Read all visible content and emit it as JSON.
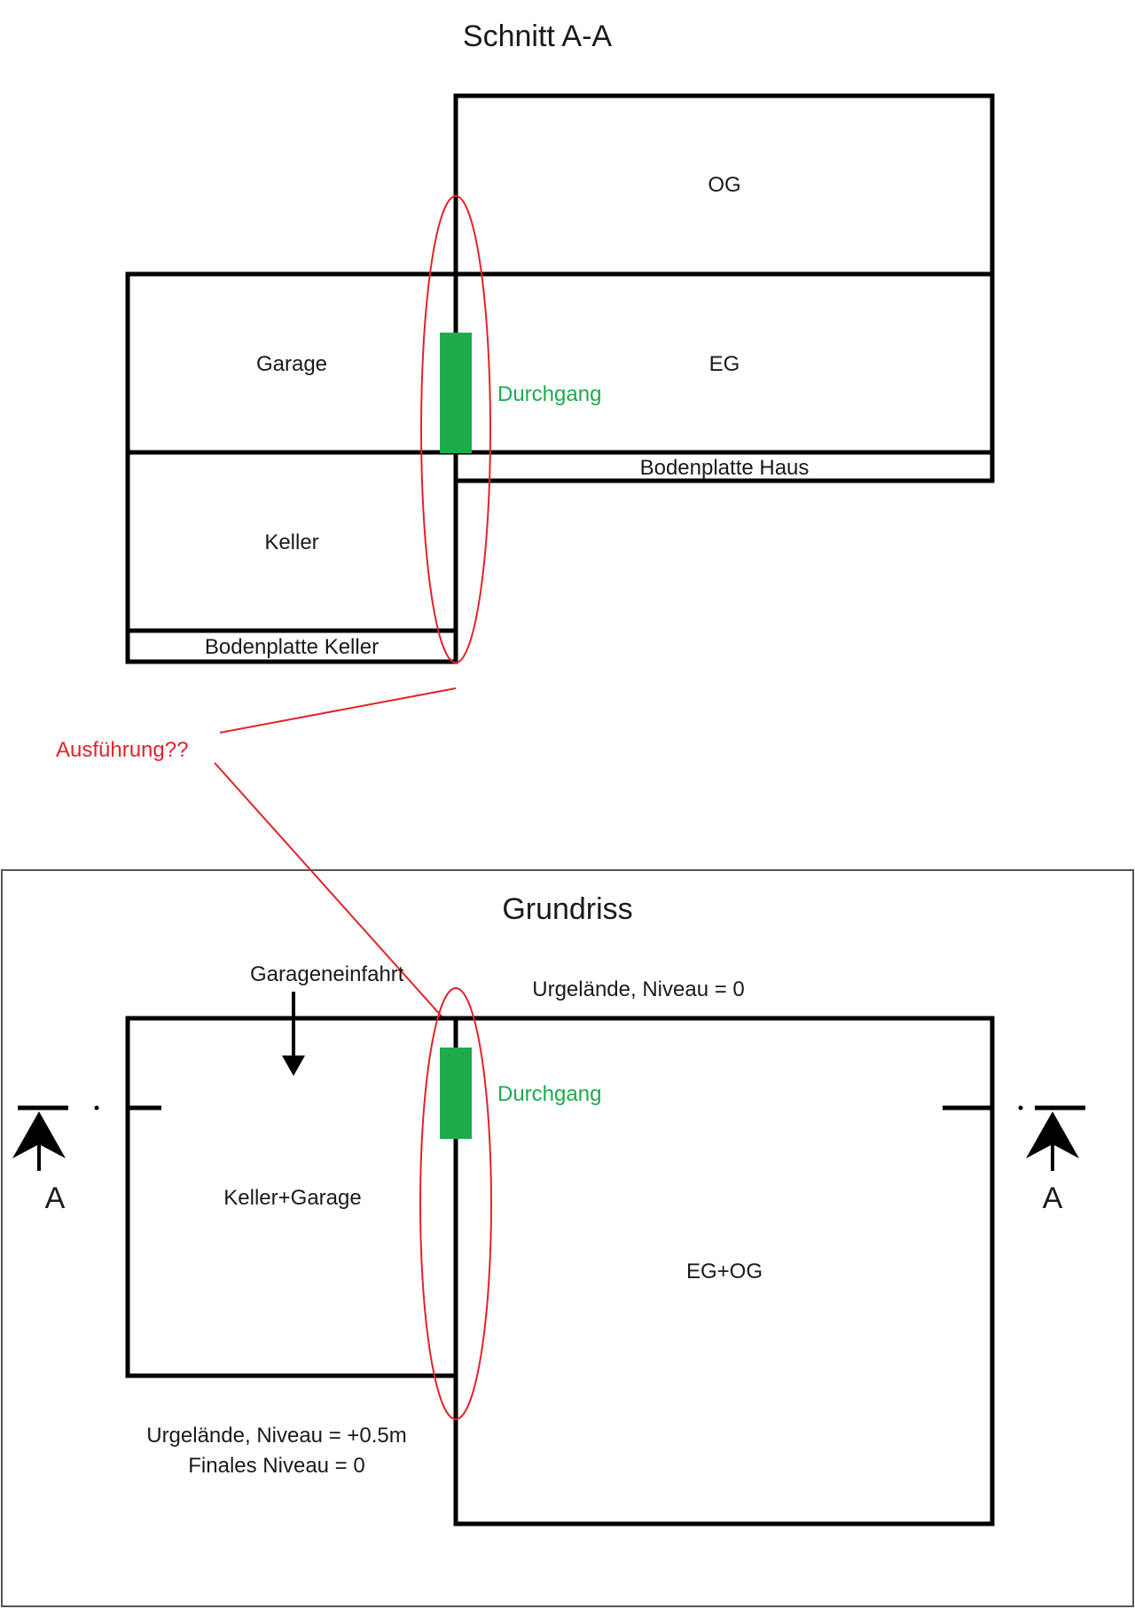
{
  "colors": {
    "passage_green": "#1eab4c",
    "annotation_red": "#e0242b",
    "line": "#000000",
    "frame": "#555555"
  },
  "section": {
    "title": "Schnitt A-A",
    "rooms": {
      "og": "OG",
      "eg": "EG",
      "garage": "Garage",
      "keller": "Keller",
      "slab_house": "Bodenplatte Haus",
      "slab_basement": "Bodenplatte Keller"
    },
    "passage_label": "Durchgang"
  },
  "annotation": {
    "question": "Ausführung??"
  },
  "plan": {
    "title": "Grundriss",
    "driveway_label": "Garageneinfahrt",
    "terrain_top": "Urgelände, Niveau = 0",
    "rooms": {
      "basement_garage": "Keller+Garage",
      "eg_og": "EG+OG"
    },
    "passage_label": "Durchgang",
    "terrain_bottom_1": "Urgelände, Niveau = +0.5m",
    "terrain_bottom_2": "Finales Niveau = 0",
    "section_marker_left": "A",
    "section_marker_right": "A"
  }
}
